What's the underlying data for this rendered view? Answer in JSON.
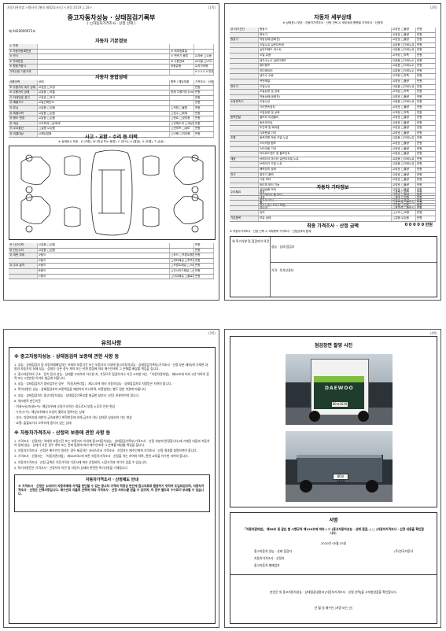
{
  "page1": {
    "hdr_left": "자동차관리법 시행규칙 [별지 제82호서식] <개정 2019.1.18>",
    "hdr_right": "(1쪽)",
    "title": "중고자동차성능 · 상태점검기록부",
    "subtitle": "( □자동차가격조사 · 산정 선택 )",
    "doc_no": "제 0420000972호",
    "basic_section": "자동차 기본정보",
    "basic_rows": [
      [
        "① 차명",
        "",
        "",
        ""
      ],
      [
        "② 자동차등록번호",
        "",
        "⑥ 최초등록일",
        ""
      ],
      [
        "③ 연식",
        "",
        "⑦ 변속기 종류",
        "☑자동 □수동"
      ],
      [
        "④ 차대번호",
        "",
        "⑧ 사용연료",
        "☑디젤 □LPG"
      ],
      [
        "⑤ 원동기형식",
        "",
        "보증유형",
        "☑자가보증"
      ],
      [
        "가격산정 기준가격",
        "",
        "",
        "0 0 0 0 0 만원"
      ]
    ],
    "total_section": "자동차 종합상태",
    "total_rows": [
      [
        "사용이력",
        "상태",
        "항목 / 해당부품",
        "가격조사 · 산정액 및 특기사항"
      ],
      [
        "⑨ 주행거리 계기 상태",
        "☑양호 □고장",
        "",
        "만원"
      ],
      [
        "⑩ 주행거리 상태",
        "☑많음 □보통",
        "현재 주행거리 [km]",
        "만원"
      ],
      [
        "⑪ 차대번호 표기",
        "☑양호 □부식",
        "",
        "만원"
      ],
      [
        "⑫ 배출가스",
        "☑일산화탄소",
        "",
        "만원"
      ],
      [
        "⑬ 튜닝",
        "☑없음 □있음",
        "□적법 □불법",
        "만원"
      ],
      [
        "⑭ 특별이력",
        "☑없음 □있음",
        "□침수 □화재",
        "만원"
      ],
      [
        "⑮ 용도 변경",
        "☑없음 □있음",
        "□렌트 □영업용",
        "만원"
      ],
      [
        "⑯ 색상",
        "☑무채색 □유채색",
        "□전체도색 □색상변경",
        "만원"
      ],
      [
        "⑰ 주요옵션",
        "□없음 ☑있음",
        "□썬루프 □네비",
        "만원"
      ],
      [
        "⑱ 리콜대상",
        "☑해당없음",
        "□이행 □미이행",
        "만원"
      ]
    ],
    "accident_section": "사고 · 교환 · 수리 등 이력",
    "accident_note": "※ 상태표시 부호 : X (교환), W (판금 또는 용접), C (부식), A (흠집), U (요철), T (손상)",
    "accident_rows": [
      [
        "⑲ 사고이력",
        "☑없음 □있음",
        "",
        "만원"
      ],
      [
        "⑳ 단순수리",
        "☑없음 □있음",
        "",
        "만원"
      ],
      [
        "㉑ 외판 부위",
        "1랭크",
        "□후드 □프론트휀더 □도어",
        "만원"
      ],
      [
        "",
        "2랭크",
        "□쿼터패널 □루프패널",
        "만원"
      ],
      [
        "㉒ 주요 골격",
        "A랭크",
        "□프론트패널 □크로스멤버",
        "만원"
      ],
      [
        "",
        "B랭크",
        "□인사이드패널 □사이드멤버",
        "만원"
      ],
      [
        "",
        "C랭크",
        "□대쉬패널 □플로어패널",
        "만원"
      ]
    ]
  },
  "page2": {
    "hdr_right": "(2쪽)",
    "section": "자동차 세부상태",
    "note": "※ 상태표시 부호 : 자동차가격조사 · 산정 선택 시 세부상태 항목별 가격조사 · 산정액",
    "rows": [
      [
        "㉓ 자기진단",
        "원동기",
        "☑양호 □불량",
        "만원"
      ],
      [
        "",
        "변속기",
        "☑양호 □불량",
        "만원"
      ],
      [
        "원동기",
        "작동상태(공회전)",
        "☑양호 □불량",
        "만원"
      ],
      [
        "",
        "오일누유 실린더커버",
        "☑없음 □미세누유",
        "만원"
      ],
      [
        "",
        "실린더헤드 개스킷",
        "☑없음 □미세누유",
        "만원"
      ],
      [
        "",
        "오일 유량",
        "☑적정 □부족",
        "만원"
      ],
      [
        "",
        "냉각수누수 실린더헤드",
        "☑없음 □미세누수",
        "만원"
      ],
      [
        "",
        "워터펌프",
        "☑없음 □미세누수",
        "만원"
      ],
      [
        "",
        "라디에이터",
        "☑없음 □미세누수",
        "만원"
      ],
      [
        "",
        "냉각수 수량",
        "☑적정 □부족",
        "만원"
      ],
      [
        "",
        "커먼레일",
        "☑양호 □불량",
        "만원"
      ],
      [
        "변속기",
        "오일누유",
        "☑없음 □미세누유",
        "만원"
      ],
      [
        "",
        "오일유량 및 상태",
        "☑적정 □부족",
        "만원"
      ],
      [
        "",
        "작동상태(공회전)",
        "☑양호 □불량",
        "만원"
      ],
      [
        "수동변속기",
        "오일누유",
        "☑없음 □미세누유",
        "만원"
      ],
      [
        "",
        "기어변속장치",
        "☑양호 □불량",
        "만원"
      ],
      [
        "",
        "오일유량 및 상태",
        "☑적정 □부족",
        "만원"
      ],
      [
        "동력전달",
        "클러치 어셈블리",
        "☑양호 □불량",
        "만원"
      ],
      [
        "",
        "등속조인트",
        "☑양호 □불량",
        "만원"
      ],
      [
        "",
        "추진축 및 베어링",
        "☑양호 □불량",
        "만원"
      ],
      [
        "",
        "디퍼렌셜 기어",
        "☑양호 □불량",
        "만원"
      ],
      [
        "조향",
        "동력조향 작동 오일 누유",
        "☑없음 □미세누유",
        "만원"
      ],
      [
        "",
        "스티어링 펌프",
        "☑양호 □불량",
        "만원"
      ],
      [
        "",
        "스티어링 기어",
        "☑양호 □불량",
        "만원"
      ],
      [
        "",
        "타이로드엔드 및 볼조인트",
        "☑양호 □불량",
        "만원"
      ],
      [
        "제동",
        "브레이크 마스터 실린더오일 누유",
        "☑없음 □미세누유",
        "만원"
      ],
      [
        "",
        "브레이크 오일 누유",
        "☑없음 □미세누유",
        "만원"
      ],
      [
        "",
        "배력장치 상태",
        "☑양호 □불량",
        "만원"
      ],
      [
        "전기",
        "발전기 출력",
        "☑양호 □불량",
        "만원"
      ],
      [
        "",
        "시동 모터",
        "☑양호 □불량",
        "만원"
      ],
      [
        "",
        "와이퍼 모터 기능",
        "☑양호 □불량",
        "만원"
      ],
      [
        "",
        "실내송풍 모터",
        "☑양호 □불량",
        "만원"
      ],
      [
        "",
        "라디에이터 팬 모터",
        "☑양호 □불량",
        "만원"
      ],
      [
        "",
        "윈도우 모터",
        "☑양호 □불량",
        "만원"
      ],
      [
        "연료",
        "연료누출(LP가스포함)",
        "☑없음 □있음",
        "만원"
      ]
    ],
    "other_section": "자동차 기타정보",
    "other_rows": [
      [
        "수리필요",
        "외장",
        "□광택 □외판",
        "만원"
      ],
      [
        "",
        "내장",
        "□청소 □교환",
        "만원"
      ],
      [
        "",
        "휠",
        "□운전석 □동반석",
        "만원"
      ],
      [
        "",
        "타이어",
        "□운전석 □동반석",
        "만원"
      ],
      [
        "",
        "유리",
        "□수리 □교환",
        "만원"
      ],
      [
        "기본품목",
        "보유 상태",
        "□없음 ☑있음",
        "만원"
      ]
    ],
    "final_section": "최종 가격조사 · 산정 금액",
    "final_amount": "0 0 0 0 0 만원",
    "final_note": "※ 자동차가격조사 · 산정 선택 시 세부항목 가격조사 · 산정금액의 합계",
    "special_label": "⑳ 특기사항 및 점검자의 의견",
    "checker_label": "성능 · 상태 점검자",
    "appraiser_label": "가격 · 투자산정자"
  },
  "page3": {
    "hdr_right": "(3쪽)",
    "title": "유의사항",
    "heading1": "※ 중고자동차성능 · 상태점검의 보증에 관한 사항 등",
    "paragraphs1": [
      "1. 성능 · 상태점검자 및 자동차매매업자는 아래의 보증기간 또는 보증거리 이내에 중고자동차성능 · 상태점검기록부(가격조사 · 산정 부분 제외)에 기재된 내용과 자동차의 실제 성능 · 상태가 다른 경우 계약 또는 관계 법령에 따라 매수인에게 그 손해를 배상할 책임을 집니다.",
      "2. 중고자동차의 구조 · 장치 등의 성능 · 상태를 고지하지 아니한 자, 거짓으로 점검하거나 거짓 고지한 자는 「자동차관리법」 제80조에 따라 2년 이하의 징역 또는 2천만원 이하의 벌금에 처합니다.",
      "3. 성능 · 상태점검자가 정비업자인 경우 「자동차관리법」 제21조에 따라 자동차성능 · 상태점검자로 지정받은 자여야 합니다.",
      "4. 특약사항은 성능 · 상태점검자의 보증책임을 제한하지 아니하며, 보증범위는 별도 정한 약관에 따릅니다.",
      "5. 성능 · 상태점검자는 중고자동차성능 · 상태점검기록부를 발급한 날부터 1년간 보관하여야 합니다.",
      "6. 체크항목 판단기준",
      " · 미세누유(미세누수): 해당부위에 오일이 비치는 정도로서 부품 노후로 인한 현상",
      " · 누유(누수): 해당부위에서 오일이 맺혀서 떨어지는 상태",
      " · 부식: 차량하부와 외판의 금속표면이 화학반응에 의해 금속이 아닌 상태로 상실되어 가는 현상",
      " · 요철: 돌출되거나 오목하게 들어가 있는 상태"
    ],
    "heading2": "※ 자동차가격조사 · 산정의 보증에 관한 사항 등",
    "paragraphs2": [
      "1. 가격조사 · 산정자는 아래의 보증기간 또는 보증거리 이내에 중고자동차성능 · 상태점검기록부(가격조사 · 산정 부분에 한정합니다)에 기재된 내용과 자동차의 실제 성능 · 상태가 다른 경우 계약 또는 관계 법령에 따라 매수인에게 그 손해를 배상할 책임을 집니다.",
      "2. 자동차가격조사 · 산정은 매수인이 원하는 경우 제공하는 서비스로서 가격조사 · 산정자는 매수인에게 가격조사 · 산정 결과를 설명하여야 합니다.",
      "3. 가격조사 · 산정자는 「자동차관리법」 제58조의2에 따른 자동차가격조사 · 산정을 하는 자여야 하며, 관련 교육을 이수한 자여야 합니다.",
      "4. 자동차가격조사 · 산정 금액은 기준가격과 기준서에 따라 산정되며, 시장가격과 차이가 있을 수 있습니다.",
      "5. 특기사항란은 가격조사 · 산정자의 의견 및 자동차 상태와 관련된 특기사항을 기재합니다."
    ],
    "notice_title": "자동차가격조사 · 산정제도 안내",
    "notice_text": "※ 가격조사 · 산정은 소비자가 자동차매매 가격을 판단할 수 있는 중고차 가격의 적정성 판단에 참고자료로 활용하기 위하여 도입되었으며, 자동차가격조사 · 산정은 선택사항입니다. 매수인의 자율적 선택에 따라 가격조사 · 산정 서비스를 받을 수 있으며, 이 경우 별도의 수수료가 부과될 수 있습니다."
  },
  "page4": {
    "hdr_right": "(4쪽)",
    "photo_title": "점검장면 촬영 사진",
    "truck_brand": "DAEWOO",
    "plate_front": "80보2629",
    "plate_rear": "80보2629",
    "sign_title": "서명",
    "sign_text": "「자동차관리법」 제58조 및 같은 법 시행규칙 제120조에 따라 ( ☑ )중고자동차성능 · 상태 점검, ( □ )자동차가격조사 · 산정 내용을 확인합니다.",
    "sign_date": "2020년 05월 25일",
    "sign_rows": [
      [
        "중고자동차 성능 · 상태 점검자",
        "(주)한국자동차"
      ],
      [
        "자동차가격조사 · 산정자",
        ""
      ],
      [
        "중고자동차 매매업자",
        ""
      ]
    ],
    "receipt_text": "본인은 위 중고자동차성능 · 상태점검내용과 [자동차가격조사 · 산정 선택]을 고지받았음을 확인합니다.",
    "buyer_line": "년     월     일        매수인               (서명 또는 인)"
  }
}
